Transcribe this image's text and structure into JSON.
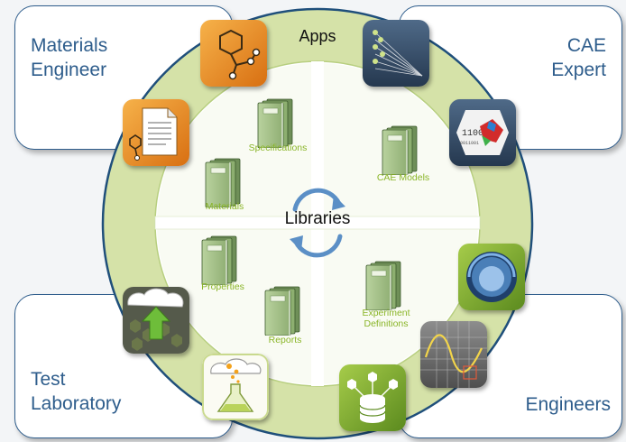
{
  "roles": {
    "top_left": "Materials\nEngineer",
    "top_right": "CAE\nExpert",
    "bottom_left": "Test\nLaboratory",
    "bottom_right": "Engineers"
  },
  "ring": {
    "title": "Apps"
  },
  "center": {
    "title": "Libraries"
  },
  "libraries": [
    "Specifications",
    "Materials",
    "CAE Models",
    "Properties",
    "Reports",
    "Experiment\nDefinitions"
  ],
  "apps": [
    "molecule-app-icon",
    "document-molecule-app-icon",
    "data-lines-app-icon",
    "cae-mesh-app-icon",
    "circular-target-app-icon",
    "waveform-grid-app-icon",
    "database-network-app-icon",
    "flask-cloud-app-icon",
    "cloud-upload-app-icon"
  ],
  "colors": {
    "ring": "#d5e2a8",
    "ring_border": "#1f4f7b",
    "inner_circle": "#ffffff",
    "cross": "#ffffff",
    "book_green": "#a7c48c",
    "label_green": "#8ab528",
    "role_text": "#2e5d8c",
    "arrow_blue": "#5b8fc6"
  }
}
